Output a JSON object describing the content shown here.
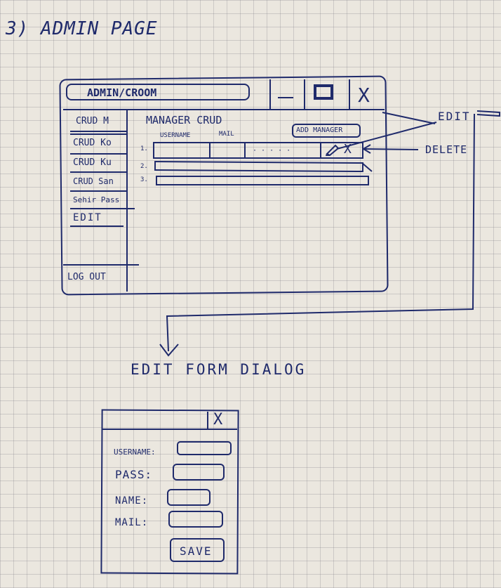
{
  "heading": "3) ADMIN PAGE",
  "window": {
    "address": "ADMIN/CROOM",
    "minimize_icon": "minimize-icon",
    "maximize_icon": "maximize-icon",
    "close_icon": "close-icon",
    "close_glyph": "X"
  },
  "sidebar": {
    "items": [
      {
        "label": "CRUD M"
      },
      {
        "label": "CRUD Ko"
      },
      {
        "label": "CRUD Ku"
      },
      {
        "label": "CRUD San"
      },
      {
        "label": "Sehir Pass"
      },
      {
        "label": "EDIT"
      }
    ],
    "logout": "LOG OUT"
  },
  "main": {
    "title": "MANAGER CRUD",
    "add_button": "ADD MANAGER",
    "columns": [
      "USERNAME",
      "MAIL"
    ],
    "rows": [
      {
        "index": "1."
      },
      {
        "index": "2."
      },
      {
        "index": "3."
      }
    ],
    "dots": "· · · · ·",
    "row_delete_glyph": "X"
  },
  "annotations": {
    "edit": "EDIT",
    "delete": "DELETE"
  },
  "dialog_heading": "EDIT FORM DIALOG",
  "dialog": {
    "close_glyph": "X",
    "fields": [
      {
        "label": "USERNAME:"
      },
      {
        "label": "PASS:"
      },
      {
        "label": "NAME:"
      },
      {
        "label": "MAIL:"
      }
    ],
    "save_label": "SAVE"
  }
}
